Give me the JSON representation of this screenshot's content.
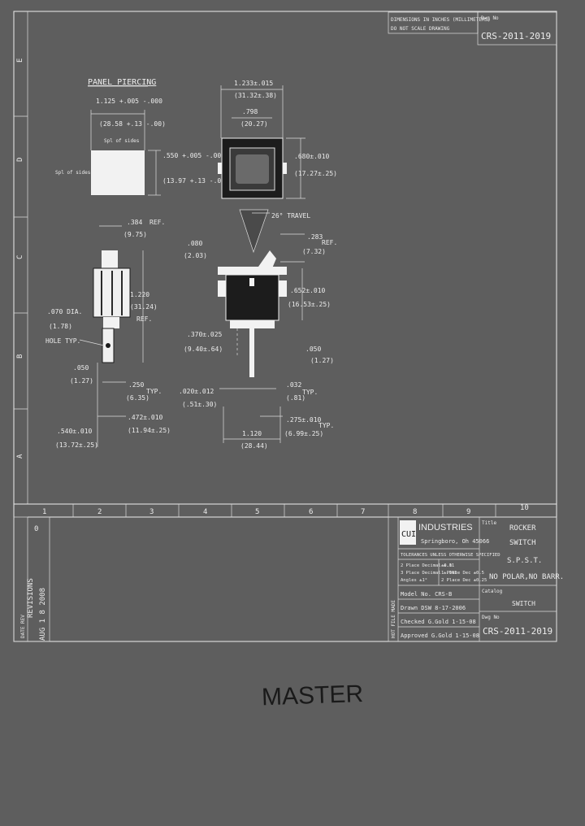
{
  "title_block": {
    "company": "INDUSTRIES",
    "location": "Springboro, Oh 45066",
    "logo_text": "CUI",
    "title_label": "Title",
    "title_lines": [
      "ROCKER",
      "SWITCH",
      "S.P.S.T.",
      "NO POLAR,NO BARR."
    ],
    "catalog_label": "Catalog",
    "catalog_value": "SWITCH",
    "dwg_label": "Dwg No",
    "dwg_no": "CRS-2011-2019",
    "dwg_no_top": "CRS-2011-2019",
    "tol_header": "TOLERANCES UNLESS OTHERWISE SPECIFIED",
    "tol_lines": [
      "2 Place Decimal ±.01",
      "3 Place Decimal ±.005",
      "Angles ±1°"
    ],
    "tol_lines_mm": [
      "±0.1",
      "1 Place Dec ±0.5",
      "2 Place Dec ±0.25"
    ],
    "model": "Model No.   CRS-B",
    "drawn": "Drawn   DSW   8-17-2006",
    "checked": "Checked   G.Gold  1-15-08",
    "approved": "Approved   G.Gold  1-15-08",
    "side_label": "HOT FILE MADE",
    "note_top": [
      "DIMENSIONS IN INCHES (MILLIMETERS)",
      "DO NOT SCALE DRAWING"
    ]
  },
  "revisions": {
    "label": "REVISIONS",
    "rev_date": "AUG 1 8 2008",
    "rev_letter": "0",
    "sublabel": "DATE   REV",
    "stamp": "MASTER"
  },
  "grid": {
    "columns": [
      "1",
      "2",
      "3",
      "4",
      "5",
      "6",
      "7",
      "8",
      "9",
      "10"
    ],
    "rows": [
      "E",
      "D",
      "C",
      "B",
      "A"
    ]
  },
  "panel_piercing": {
    "heading": "PANEL PIERCING",
    "dims": [
      "1.125 +.005 -.000",
      "(28.58 +.13 -.00)",
      "Spl of sides",
      "Spl of sides",
      ".550 +.005 -.000",
      "(13.97 +.13 -.00)"
    ]
  },
  "top_view": {
    "dims": [
      "1.233±.015",
      "(31.32±.38)",
      ".798",
      "(20.27)",
      ".680±.010",
      "(17.27±.25)"
    ]
  },
  "side_view": {
    "dims": [
      ".384",
      "REF.",
      "(9.75)",
      "1.220",
      "(31.24)",
      "REF.",
      ".070 DIA.",
      "(1.78)",
      "HOLE TYP.",
      ".050",
      "(1.27)",
      ".250",
      "(6.35)",
      "TYP.",
      ".472±.010",
      "(11.94±.25)",
      ".540±.010",
      "(13.72±.25)"
    ]
  },
  "front_view": {
    "dims": [
      "26° TRAVEL",
      ".080",
      "(2.03)",
      ".283",
      "REF.",
      "(7.32)",
      ".652±.010",
      "(16.53±.25)",
      ".370±.025",
      "(9.40±.64)",
      ".050",
      "(1.27)",
      ".020±.012",
      "(.51±.30)",
      ".032",
      "(.81)",
      "TYP.",
      ".275±.010",
      "TYP.",
      "(6.99±.25)",
      "1.120",
      "(28.44)"
    ]
  }
}
